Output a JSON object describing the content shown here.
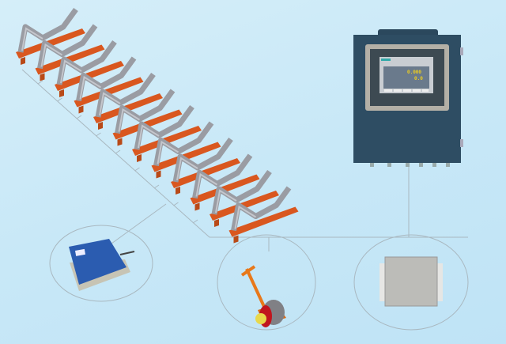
{
  "controller": {
    "screen_readout_primary": "0.000",
    "screen_readout_secondary": "0.0"
  },
  "idler_count": 12,
  "colors": {
    "background": "#c8e8f7",
    "cabinet": "#2e4d63",
    "idler_frame": "#d9571f",
    "roller": "#9a9ca3",
    "connector_line": "#a9b8c0",
    "load_cell": "#2b5cb0"
  }
}
